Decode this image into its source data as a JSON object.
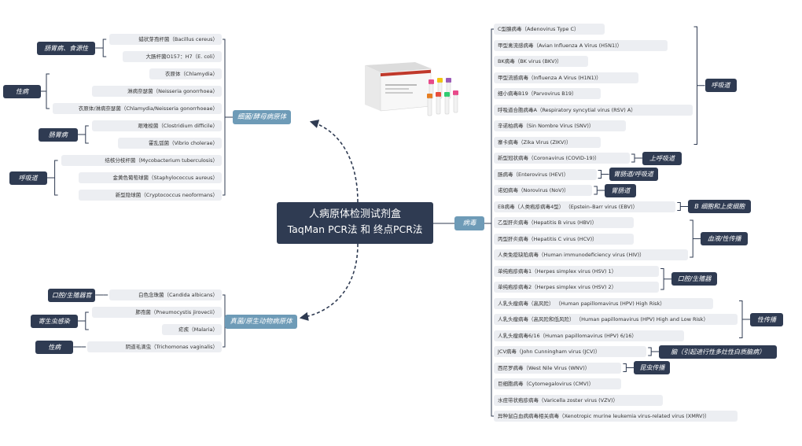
{
  "root": {
    "line1": "人病原体检测试剂盒",
    "line2": "TaqMan PCR法 和 终点PCR法"
  },
  "product_image": "product-kit-image",
  "colors": {
    "dark": "#2f3b52",
    "category": "#6e9bb7",
    "item": "#eceef2",
    "line": "#2f3b52"
  },
  "left_groups": [
    {
      "category": "细菌/酵母病原体",
      "subgroups": [
        {
          "tag": "肠胃病、食源性",
          "items": [
            "蜡状芽孢杆菌（Bacillus cereus）",
            "大肠杆菌O157：H7（E. coli）"
          ]
        },
        {
          "tag": "性病",
          "items": [
            "衣原体（Chlamydia）",
            "淋病奈瑟菌（Neisseria gonorrhoea）",
            "衣原体/淋病奈瑟菌（Chlamydia/Neisseria gonorrhoeae）"
          ]
        },
        {
          "tag": "肠胃病",
          "items": [
            "艰难梭菌（Clostridium difficile）",
            "霍乱弧菌（Vibrio cholerae）"
          ]
        },
        {
          "tag": "呼吸道",
          "items": [
            "结核分枝杆菌（Mycobacterium tuberculosis）",
            "金黄色葡萄球菌（Staphylococcus aureus）",
            "新型隐球菌（Cryptococcus neoformans）"
          ]
        }
      ]
    },
    {
      "category": "真菌/原生动物病原体",
      "subgroups": [
        {
          "tag": "口腔/生殖器官",
          "items": [
            "白色念珠菌（Candida albicans）"
          ]
        },
        {
          "tag": "寄生虫感染",
          "items": [
            "肺孢菌（Pneumocystis jirovecii）",
            "疟疾（Malaria）"
          ]
        },
        {
          "tag": "性病",
          "items": [
            "阴道毛滴虫（Trichomonas vaginalis）"
          ]
        }
      ]
    }
  ],
  "right": {
    "category": "病毒",
    "items": [
      "C型腺病毒（Adenovirus Type C）",
      "甲型禽流感病毒（Avian Influenza A Virus (H5N1)）",
      "BK病毒（BK virus (BKV)）",
      "甲型流感病毒（Influenza A Virus (H1N1)）",
      "细小病毒B19（Parvovirus B19）",
      "呼吸道合胞病毒A（Respiratory syncytial virus (RSV) A）",
      "辛诺柏病毒（Sin Nombre Virus (SNV)）",
      "寨卡病毒（Zika Virus (ZIKV)）",
      "新型冠状病毒（Coronavirus (COVID-19)）",
      "肠病毒（Enterovirus (HEV)）",
      "诺如病毒（Norovirus (NoV)）",
      "EB病毒（人类疱疹病毒4型） （Epstein–Barr virus (EBV)）",
      "乙型肝炎病毒（Hepatitis B virus (HBV)）",
      "丙型肝炎病毒（Hepatitis C virus (HCV)）",
      "人类免疫缺陷病毒（Human immunodeficiency virus (HIV)）",
      "单纯疱疹病毒1（Herpes simplex virus (HSV) 1）",
      "单纯疱疹病毒2（Herpes simplex virus (HSV) 2）",
      "人乳头瘤病毒（高风险） （Human papillomavirus (HPV) High Risk）",
      "人乳头瘤病毒（高风险和低风险） （Human papillomavirus (HPV) High and Low Risk）",
      "人乳头瘤病毒6/16（Human papillomavirus (HPV) 6/16）",
      "JCV病毒（John Cunningham virus (JCV)）",
      "西尼罗病毒（West Nile Virus (WNV)）",
      "巨细胞病毒（Cytomegalovirus (CMV)）",
      "水痘带状疱疹病毒（Varicella zoster virus (VZV)）",
      "异种鼠白血病病毒相关病毒（Xenotropic murine leukemia virus-related virus (XMRV)）"
    ],
    "tags": [
      {
        "label": "呼吸道",
        "from": 0,
        "to": 7
      },
      {
        "label": "上呼吸道",
        "from": 8,
        "to": 8
      },
      {
        "label": "胃肠道/呼吸道",
        "from": 9,
        "to": 9
      },
      {
        "label": "胃肠道",
        "from": 10,
        "to": 10
      },
      {
        "label": "B 细胞和上皮细胞",
        "from": 11,
        "to": 11
      },
      {
        "label": "血液/性传播",
        "from": 12,
        "to": 14
      },
      {
        "label": "口腔/生殖器",
        "from": 15,
        "to": 16
      },
      {
        "label": "性传播",
        "from": 17,
        "to": 19
      },
      {
        "label": "脑（引起进行性多灶性白质脑病）",
        "from": 20,
        "to": 20
      },
      {
        "label": "昆虫传播",
        "from": 21,
        "to": 21
      }
    ]
  }
}
